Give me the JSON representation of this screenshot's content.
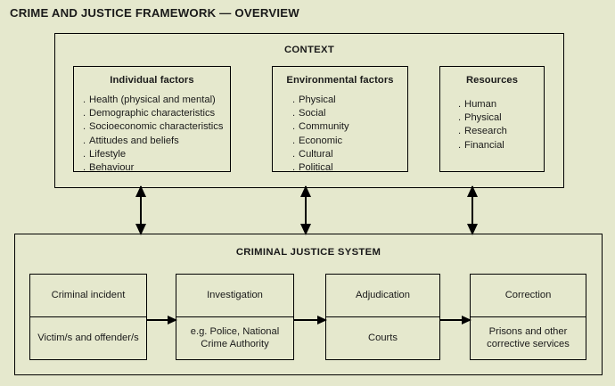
{
  "title": "CRIME AND JUSTICE FRAMEWORK — OVERVIEW",
  "colors": {
    "background": "#e5e8cd",
    "line": "#000000",
    "text": "#1a1a1a"
  },
  "context": {
    "heading": "CONTEXT",
    "panels": [
      {
        "title": "Individual factors",
        "items": [
          "Health (physical and mental)",
          "Demographic characteristics",
          "Socioeconomic characteristics",
          "Attitudes and beliefs",
          "Lifestyle",
          "Behaviour"
        ]
      },
      {
        "title": "Environmental factors",
        "items": [
          "Physical",
          "Social",
          "Community",
          "Economic",
          "Cultural",
          "Political"
        ]
      },
      {
        "title": "Resources",
        "items": [
          "Human",
          "Physical",
          "Research",
          "Financial"
        ]
      }
    ],
    "bullet": "."
  },
  "criminal_justice_system": {
    "heading": "CRIMINAL JUSTICE SYSTEM",
    "stages": [
      {
        "name": "Criminal incident",
        "detail": "Victim/s and offender/s"
      },
      {
        "name": "Investigation",
        "detail": "e.g. Police, National Crime Authority"
      },
      {
        "name": "Adjudication",
        "detail": "Courts"
      },
      {
        "name": "Correction",
        "detail": "Prisons and other corrective services"
      }
    ]
  },
  "connectors": {
    "flow_arrows": 3,
    "link_arrows": 3
  }
}
